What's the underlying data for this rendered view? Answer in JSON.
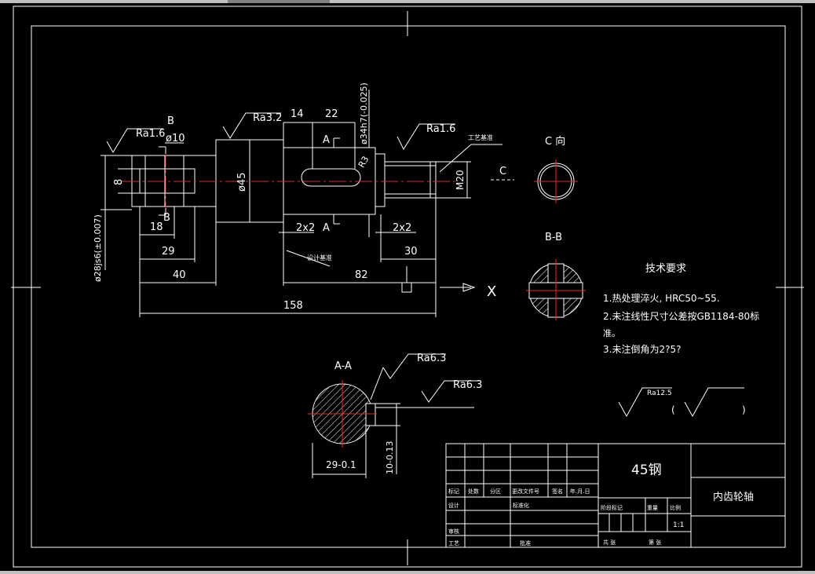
{
  "drawing": {
    "section_views": {
      "c_view": "C 向",
      "b_view": "B-B",
      "a_view": "A-A"
    },
    "cut_marks": {
      "b": "B",
      "a": "A",
      "c": "C"
    },
    "axis_label": "X",
    "roughness": {
      "left": "Ra1.6",
      "middle": "Ra3.2",
      "right": "Ra1.6",
      "aa_top": "Ra6.3",
      "aa_right": "Ra6.3",
      "default": "Ra12.5"
    },
    "dimensions": {
      "d10": "ø10",
      "d45": "ø45",
      "d8": "8",
      "d14": "14",
      "d22": "22",
      "d34": "ø34h7(-0.025)",
      "r3": "R3",
      "m20": "M20",
      "d28": "ø28js6(±0.007)",
      "d18": "18",
      "d29": "29",
      "d40": "40",
      "chamfer1": "2x2",
      "chamfer2": "2x2",
      "d82": "82",
      "d30": "30",
      "d158": "158",
      "key_width": "29-0.1",
      "key_depth": "10-0.13"
    },
    "notes": {
      "process_datum": "工艺基准",
      "design_datum": "设计基准",
      "title": "技术要求",
      "item1": "1.热处理淬火, HRC50~55.",
      "item2": "2.未注线性尺寸公差按GB1184-80标",
      "item2b": "准。",
      "item3": "3.未注倒角为2?5?"
    },
    "title_block": {
      "material": "45钢",
      "part_name": "内齿轮轴",
      "row_labels": [
        "标记",
        "处数",
        "分区",
        "更改文件号",
        "签名",
        "年.月.日"
      ],
      "design": "设计",
      "standardize": "标准化",
      "stage_label": "阶段标记",
      "weight_label": "重量",
      "scale_label": "比例",
      "check": "审核",
      "craft": "工艺",
      "approve": "批准",
      "scale": "1:1",
      "sheet_total": "共 张",
      "sheet_no": "第 张"
    }
  }
}
